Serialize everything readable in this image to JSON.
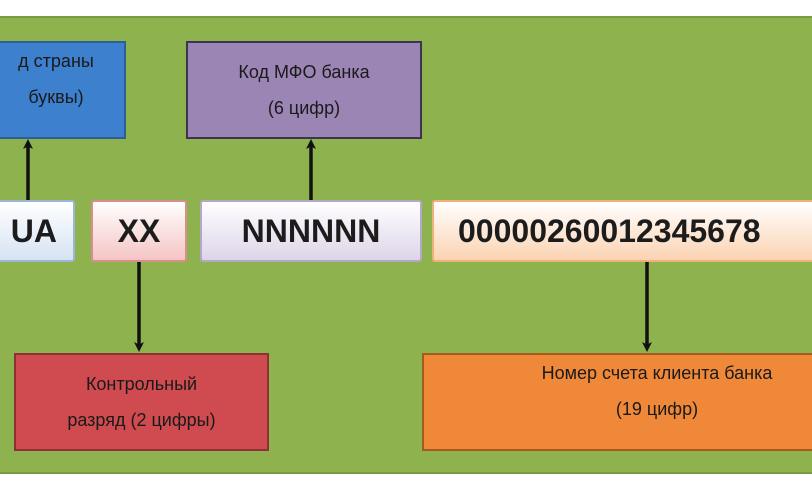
{
  "diagram": {
    "boxes": {
      "country": {
        "line1": "д страны",
        "line2": "буквы)",
        "color": "#3d80cd"
      },
      "mfo": {
        "line1": "Код МФО банка",
        "line2": "(6 цифр)",
        "color": "#9b85b4"
      },
      "control": {
        "line1": "Контрольный",
        "line2": "разряд (2 цифры)",
        "color": "#cf4b4f"
      },
      "account": {
        "line1": "Номер счета клиента банка",
        "line2": "(19 цифр)",
        "color": "#f0883a"
      }
    },
    "codes": {
      "ua": "UA",
      "xx": "XX",
      "nnnnnn": "NNNNNN",
      "account_number": "00000260012345678"
    },
    "background_color": "#8eb34e"
  }
}
